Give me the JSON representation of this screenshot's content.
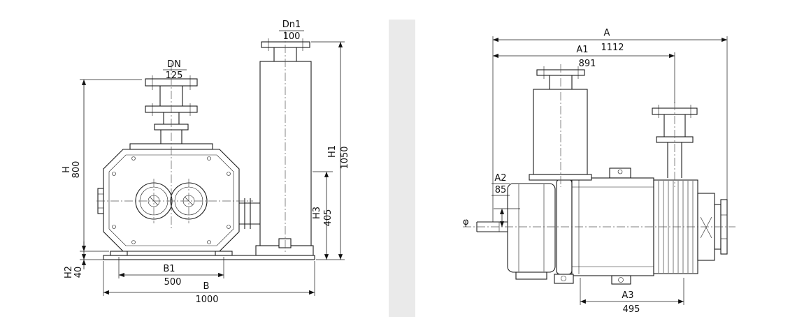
{
  "page": {
    "background": "#ffffff",
    "divider_color": "#eaeaea"
  },
  "drawing": {
    "front_view": {
      "inlet_port": {
        "label": "DN",
        "size": "125"
      },
      "discharge_port": {
        "label": "Dn1",
        "size": "100"
      },
      "dim_h": {
        "name": "H",
        "value": "800"
      },
      "dim_h1": {
        "name": "H1",
        "value": "1050"
      },
      "dim_h2": {
        "name": "H2",
        "value": "40"
      },
      "dim_h3": {
        "name": "H3",
        "value": "405"
      },
      "dim_b1": {
        "name": "B1",
        "value": "500"
      },
      "dim_b": {
        "name": "B",
        "value": "1000"
      }
    },
    "side_view": {
      "dim_a": {
        "name": "A",
        "value": "1112"
      },
      "dim_a1": {
        "name": "A1",
        "value": "891"
      },
      "dim_a2": {
        "name": "A2",
        "value": "85"
      },
      "dim_a3": {
        "name": "A3",
        "value": "495"
      },
      "shaft_symbol": "φ"
    }
  }
}
